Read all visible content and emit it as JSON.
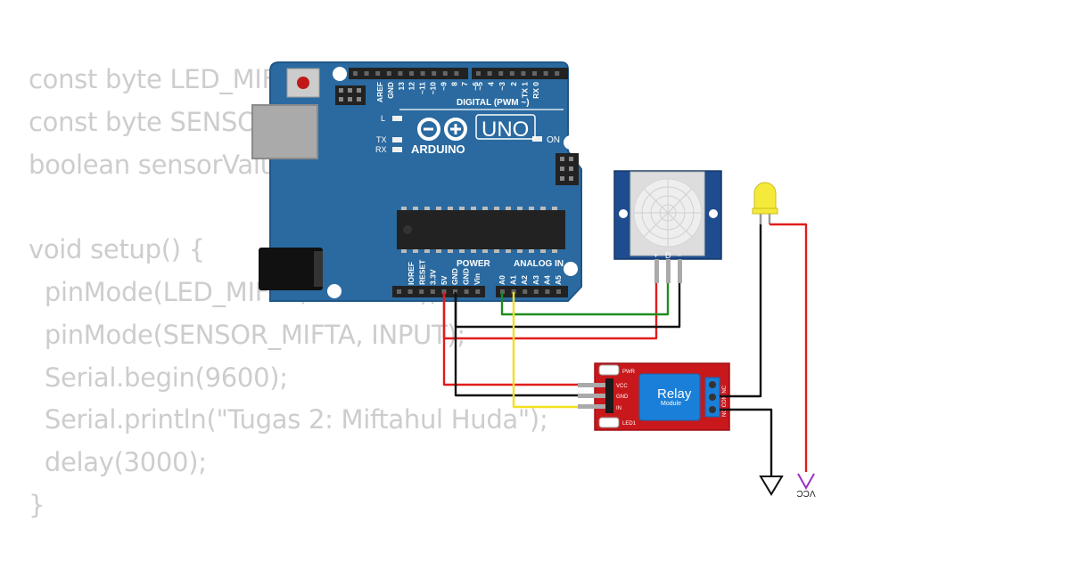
{
  "code_lines": [
    "const byte LED_MIFTA = 2;",
    "const byte SENSOR_MIFTA = 5;",
    "boolean sensorValue;",
    "",
    "void setup() {",
    "  pinMode(LED_MIFTA, OUTPUT);",
    "  pinMode(SENSOR_MIFTA, INPUT);",
    "  Serial.begin(9600);",
    "  Serial.println(\"Tugas 2: Miftahul Huda\");",
    "  delay(3000);",
    "}"
  ],
  "arduino": {
    "brand": "ARDUINO",
    "model": "UNO",
    "digital_label": "DIGITAL (PWM ~)",
    "power_label": "POWER",
    "analog_label": "ANALOG IN",
    "on_label": "ON",
    "l_label": "L",
    "tx_label": "TX",
    "rx_label": "RX",
    "digital_pins": [
      "AREF",
      "GND",
      "13",
      "12",
      "~11",
      "~10",
      "~9",
      "8",
      "7",
      "~6",
      "~5",
      "4",
      "~3",
      "2",
      "TX 1",
      "RX 0"
    ],
    "power_pins": [
      "IOREF",
      "RESET",
      "3.3V",
      "5V",
      "GND",
      "GND",
      "Vin"
    ],
    "analog_pins": [
      "A0",
      "A1",
      "A2",
      "A3",
      "A4",
      "A5"
    ]
  },
  "pir": {
    "pins": [
      "+",
      "D",
      "−"
    ]
  },
  "relay": {
    "title": "Relay",
    "subtitle": "Module",
    "pwr_label": "PWR",
    "led_label": "LED1",
    "pins": [
      "VCC",
      "GND",
      "IN"
    ],
    "contacts": "NO COM NC"
  },
  "vcc_label": "VCC",
  "colors": {
    "board": "#2a6aa0",
    "relay": "#c8181c",
    "wire_red": "#e01c1c",
    "wire_black": "#111111",
    "wire_green": "#1e8c1e",
    "wire_yellow": "#f2e01a",
    "led_yellow": "#f5ea3a",
    "vcc_arrow": "#9b2fbf"
  }
}
